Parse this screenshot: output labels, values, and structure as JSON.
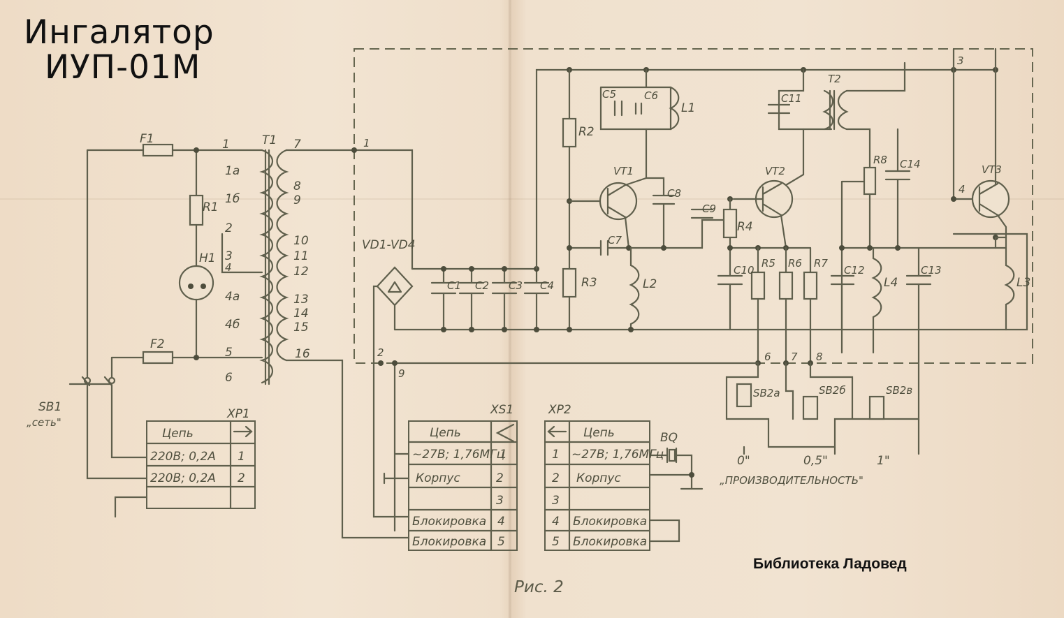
{
  "title": {
    "line1": "Ингалятор",
    "line2": "ИУП-01М"
  },
  "library": "Библиотека Ладовед",
  "caption": "Рис. 2",
  "switch": {
    "label": "SB1",
    "sublabel": "„сеть\""
  },
  "fuses": [
    "F1",
    "F2"
  ],
  "resistor_r1": "R1",
  "lamp": "H1",
  "transformer": {
    "name": "T1",
    "primary_taps": [
      "1",
      "1а",
      "1б",
      "2",
      "3",
      "4",
      "4а",
      "4б",
      "5",
      "6"
    ],
    "secondary_taps": [
      "7",
      "8",
      "9",
      "10",
      "11",
      "12",
      "13",
      "14",
      "15",
      "16"
    ]
  },
  "bridge": "VD1-VD4",
  "capacitors": [
    "C1",
    "C2",
    "C3",
    "C4",
    "C5",
    "C6",
    "C7",
    "C8",
    "C9",
    "C10",
    "C11",
    "C12",
    "C13",
    "C14"
  ],
  "resistors": [
    "R2",
    "R3",
    "R4",
    "R5",
    "R6",
    "R7",
    "R8"
  ],
  "inductors": [
    "L1",
    "L2",
    "L3",
    "L4"
  ],
  "transistors": [
    "VT1",
    "VT2",
    "VT3"
  ],
  "transformer2": "T2",
  "node_numbers": [
    "1",
    "2",
    "3",
    "4",
    "6",
    "7",
    "8",
    "9"
  ],
  "buttons": [
    "SB2а",
    "SB2б",
    "SB2в"
  ],
  "performance": {
    "label": "„ПРОИЗВОДИТЕЛЬНОСТЬ\"",
    "values": [
      "0\"",
      "0,5\"",
      "1\""
    ]
  },
  "piezo": "BQ",
  "connector_xp1": {
    "name": "XP1",
    "header": "Цепь",
    "rows": [
      {
        "circuit": "220В; 0,2А",
        "pin": "1"
      },
      {
        "circuit": "220В; 0,2А",
        "pin": "2"
      }
    ]
  },
  "connector_xs1": {
    "name": "XS1",
    "header": "Цепь",
    "rows": [
      {
        "circuit": "~27В; 1,76МГц",
        "pin": "1"
      },
      {
        "circuit": "Корпус",
        "pin": "2"
      },
      {
        "circuit": "",
        "pin": "3"
      },
      {
        "circuit": "Блокировка",
        "pin": "4"
      },
      {
        "circuit": "Блокировка",
        "pin": "5"
      }
    ]
  },
  "connector_xp2": {
    "name": "XP2",
    "header": "Цепь",
    "rows": [
      {
        "pin": "1",
        "circuit": "~27В; 1,76МГц"
      },
      {
        "pin": "2",
        "circuit": "Корпус"
      },
      {
        "pin": "3",
        "circuit": ""
      },
      {
        "pin": "4",
        "circuit": "Блокировка"
      },
      {
        "pin": "5",
        "circuit": "Блокировка"
      }
    ]
  },
  "colors": {
    "paper": "#efe0cd",
    "ink": "#5f5f4c",
    "title": "#111111"
  }
}
